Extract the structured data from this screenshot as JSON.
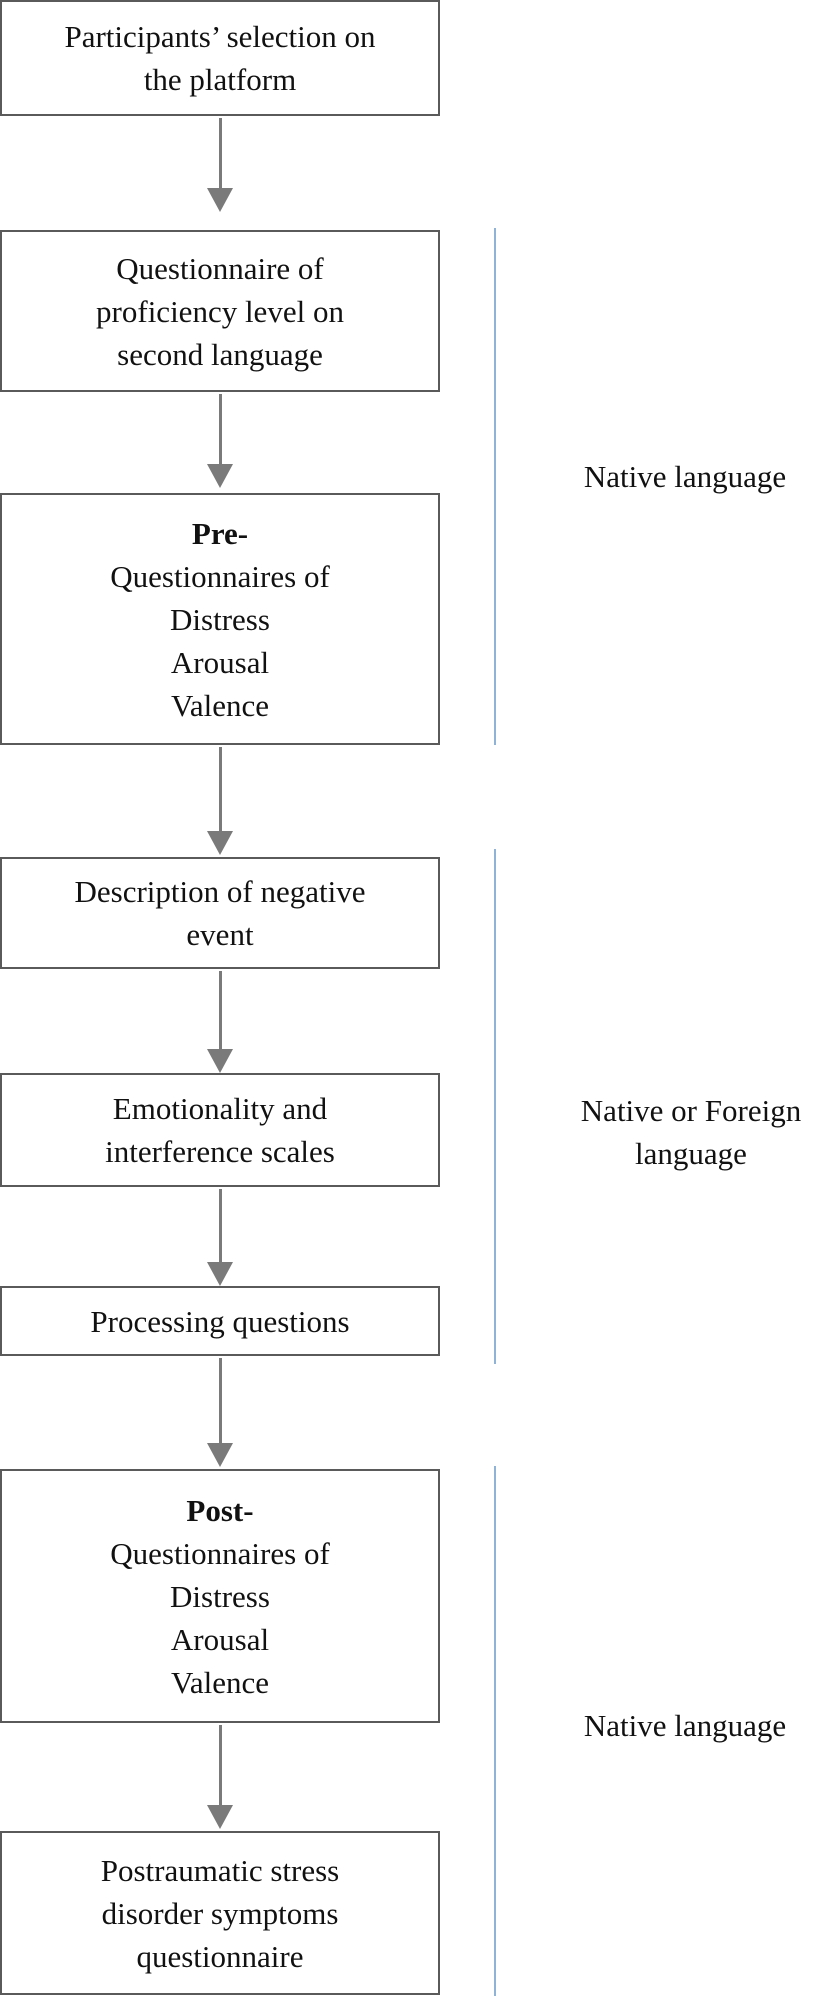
{
  "steps": {
    "selection": [
      "Participants’ selection on",
      "the platform"
    ],
    "proficiency": [
      "Questionnaire of",
      "proficiency level on",
      "second language"
    ],
    "pre": {
      "title": "Pre-",
      "lines": [
        "Questionnaires of",
        "Distress",
        "Arousal",
        "Valence"
      ]
    },
    "description": [
      "Description of negative",
      "event"
    ],
    "emotionality": [
      "Emotionality and",
      "interference scales"
    ],
    "processing": [
      "Processing questions"
    ],
    "post": {
      "title": "Post-",
      "lines": [
        "Questionnaires of",
        "Distress",
        "Arousal",
        "Valence"
      ]
    },
    "ptsd": [
      "Postraumatic stress",
      "disorder symptoms",
      "questionnaire"
    ]
  },
  "phases": {
    "first": "Native language",
    "second": [
      "Native or Foreign",
      "language"
    ],
    "third": "Native language"
  },
  "colors": {
    "box_border": "#5a5a5a",
    "arrow": "#7a7a7a",
    "bracket": "#8fb2d6"
  }
}
